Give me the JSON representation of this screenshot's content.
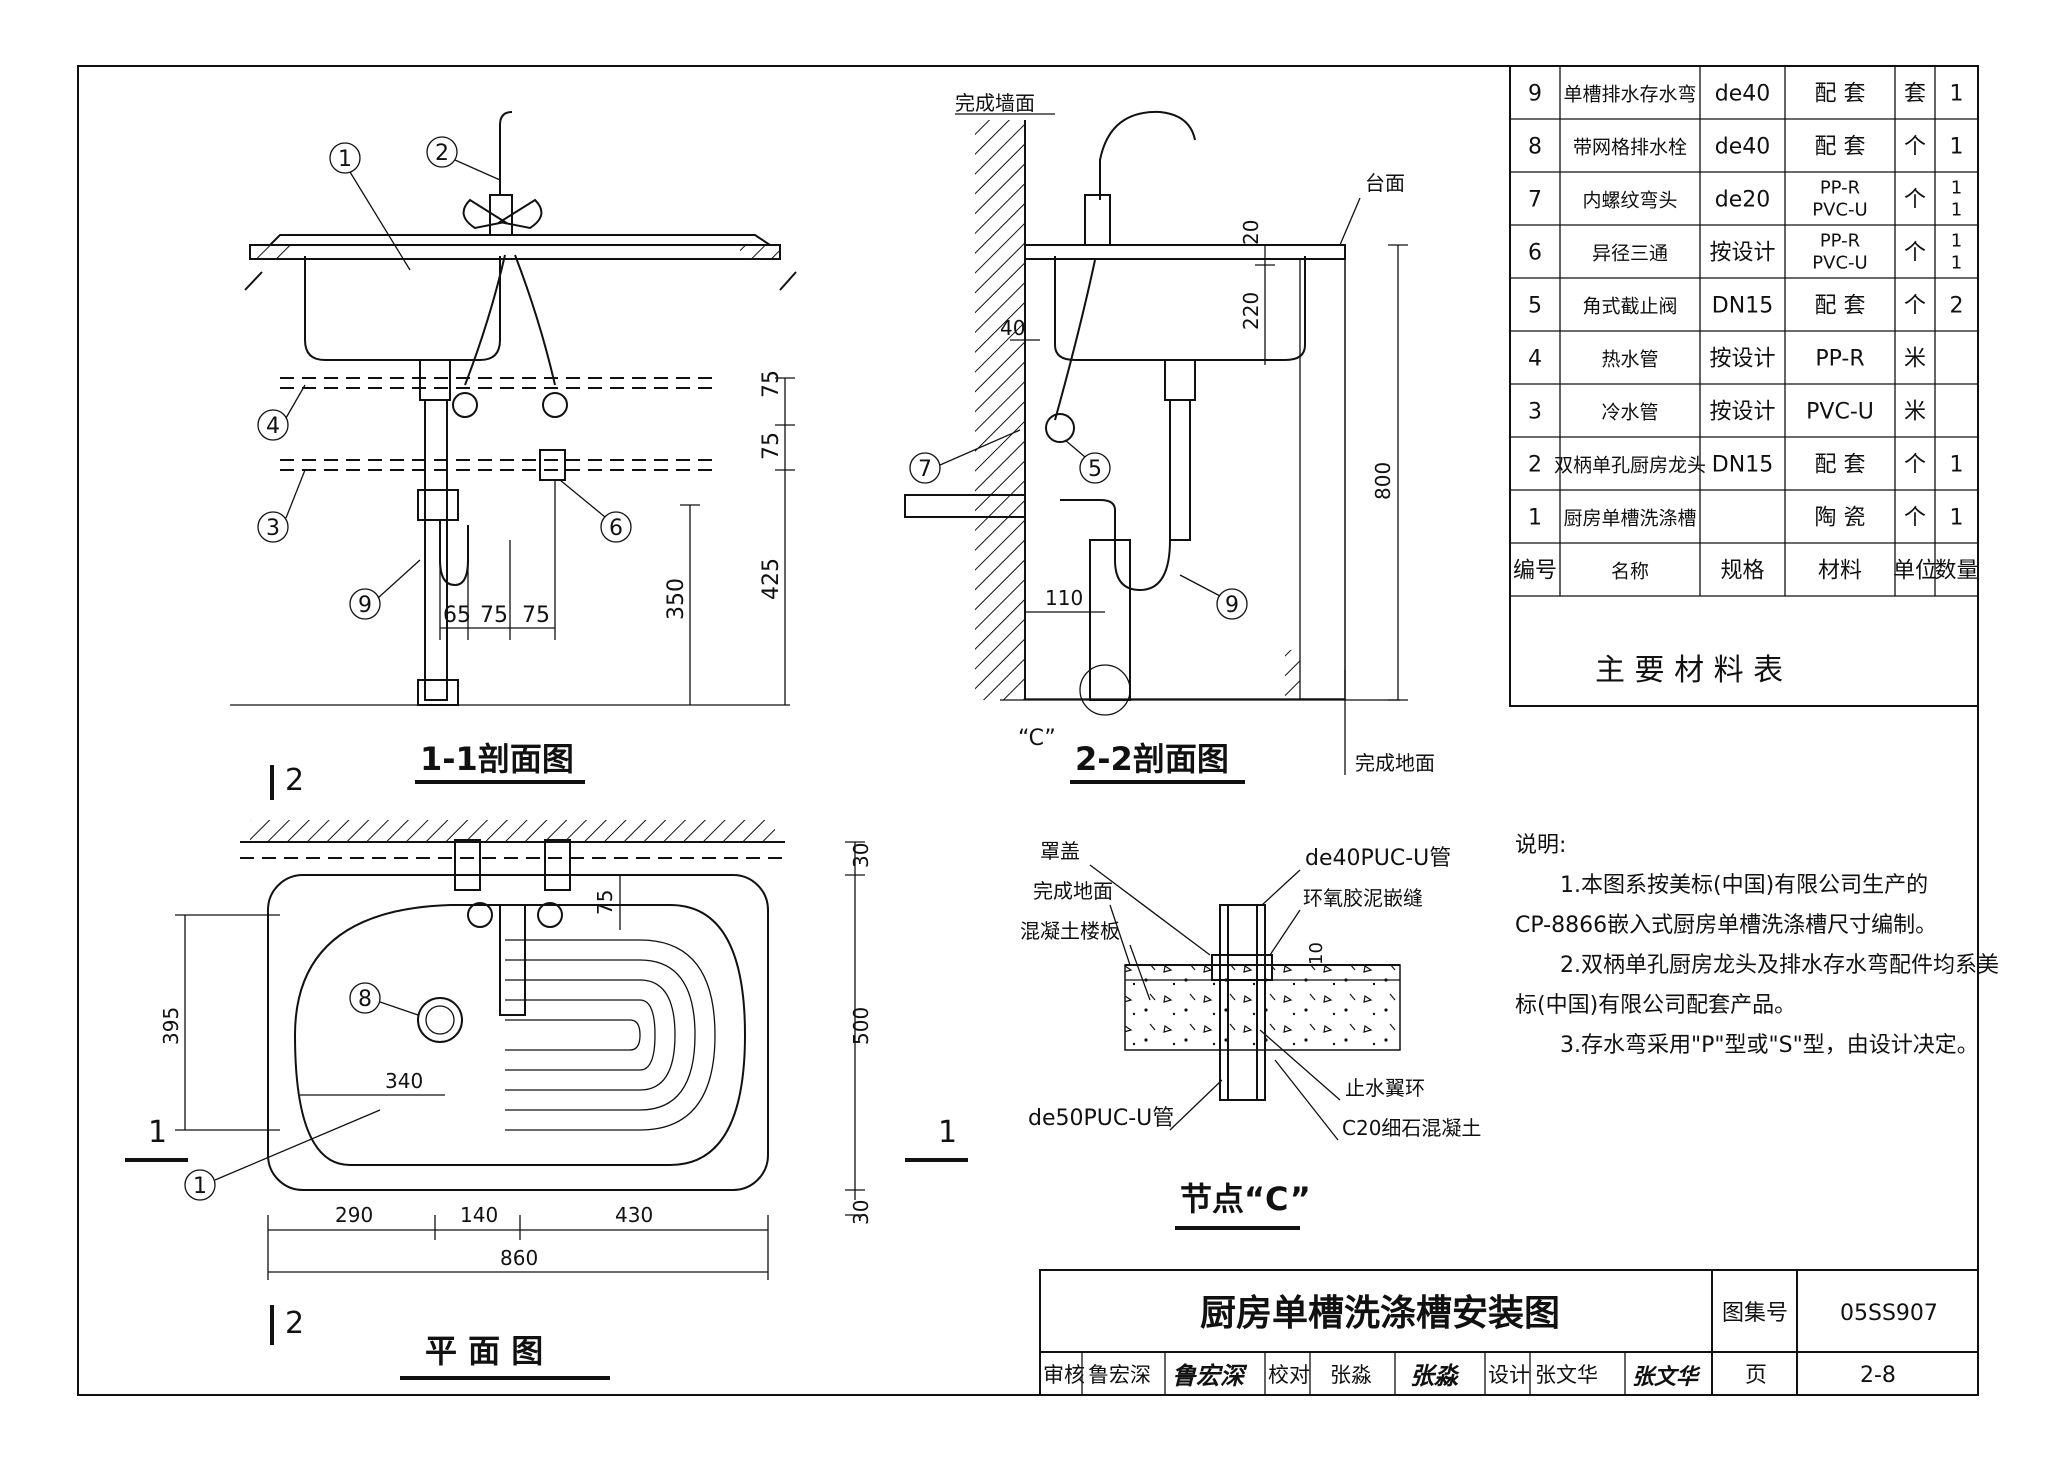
{
  "drawing": {
    "title": "厨房单槽洗涤槽安装图",
    "atlas_label": "图集号",
    "atlas_no": "05SS907",
    "page_label": "页",
    "page_no": "2-8",
    "review_label": "审核",
    "review_name": "鲁宏深",
    "check_label": "校对",
    "check_name": "张淼",
    "design_label": "设计",
    "design_name": "张文华",
    "sig1": "鲁宏深",
    "sig2": "张淼",
    "sig3": "张文华"
  },
  "table": {
    "caption": "主 要 材 料 表",
    "headers": [
      "编号",
      "名称",
      "规格",
      "材料",
      "单位",
      "数量"
    ],
    "rows": [
      [
        "9",
        "单槽排水存水弯",
        "de40",
        "配 套",
        "套",
        "1"
      ],
      [
        "8",
        "带网格排水栓",
        "de40",
        "配 套",
        "个",
        "1"
      ],
      [
        "7",
        "内螺纹弯头",
        "de20",
        "PP-R\nPVC-U",
        "个",
        "1\n1"
      ],
      [
        "6",
        "异径三通",
        "按设计",
        "PP-R\nPVC-U",
        "个",
        "1\n1"
      ],
      [
        "5",
        "角式截止阀",
        "DN15",
        "配 套",
        "个",
        "2"
      ],
      [
        "4",
        "热水管",
        "按设计",
        "PP-R",
        "米",
        ""
      ],
      [
        "3",
        "冷水管",
        "按设计",
        "PVC-U",
        "米",
        ""
      ],
      [
        "2",
        "双柄单孔厨房龙头",
        "DN15",
        "配 套",
        "个",
        "1"
      ],
      [
        "1",
        "厨房单槽洗涤槽",
        "",
        "陶 瓷",
        "个",
        "1"
      ]
    ]
  },
  "notes": {
    "heading": "说明:",
    "line1": "1.本图系按美标(中国)有限公司生产的",
    "line2": "CP-8866嵌入式厨房单槽洗涤槽尺寸编制。",
    "line3": "2.双柄单孔厨房龙头及排水存水弯配件均系美",
    "line4": "标(中国)有限公司配套产品。",
    "line5": "3.存水弯采用\"P\"型或\"S\"型，由设计决定。"
  },
  "section11": {
    "title": "1-1剖面图",
    "dims": {
      "d75a": "75",
      "d75b": "75",
      "d350": "350",
      "d425": "425",
      "d65": "65",
      "d75c": "75",
      "d75d": "75"
    },
    "callouts": {
      "c1": "1",
      "c2": "2",
      "c3": "3",
      "c4": "4",
      "c6": "6",
      "c9": "9"
    }
  },
  "section22": {
    "title": "2-2剖面图",
    "wall_label": "完成墙面",
    "counter_label": "台面",
    "floor_label": "完成地面",
    "node_ref": "“C”",
    "dims": {
      "d20": "20",
      "d220": "220",
      "d800": "800",
      "d40": "40",
      "d110": "110"
    },
    "callouts": {
      "c5": "5",
      "c7": "7",
      "c9": "9"
    }
  },
  "plan": {
    "title": "平 面 图",
    "sec_mark_2": "2",
    "sec_mark_1": "1",
    "dims": {
      "d30a": "30",
      "d75": "75",
      "d500": "500",
      "d30b": "30",
      "d395": "395",
      "d340": "340",
      "d290": "290",
      "d140": "140",
      "d430": "430",
      "d860": "860"
    },
    "callouts": {
      "c8": "8",
      "c1": "1"
    }
  },
  "node_c": {
    "title": "节点“C”",
    "labels": {
      "cover": "罩盖",
      "floor": "完成地面",
      "slab": "混凝土楼板",
      "pipe40": "de40PUC-U管",
      "epoxy": "环氧胶泥嵌缝",
      "ring": "止水翼环",
      "pipe50": "de50PUC-U管",
      "c20": "C20细石混凝土",
      "d10": "10"
    }
  }
}
